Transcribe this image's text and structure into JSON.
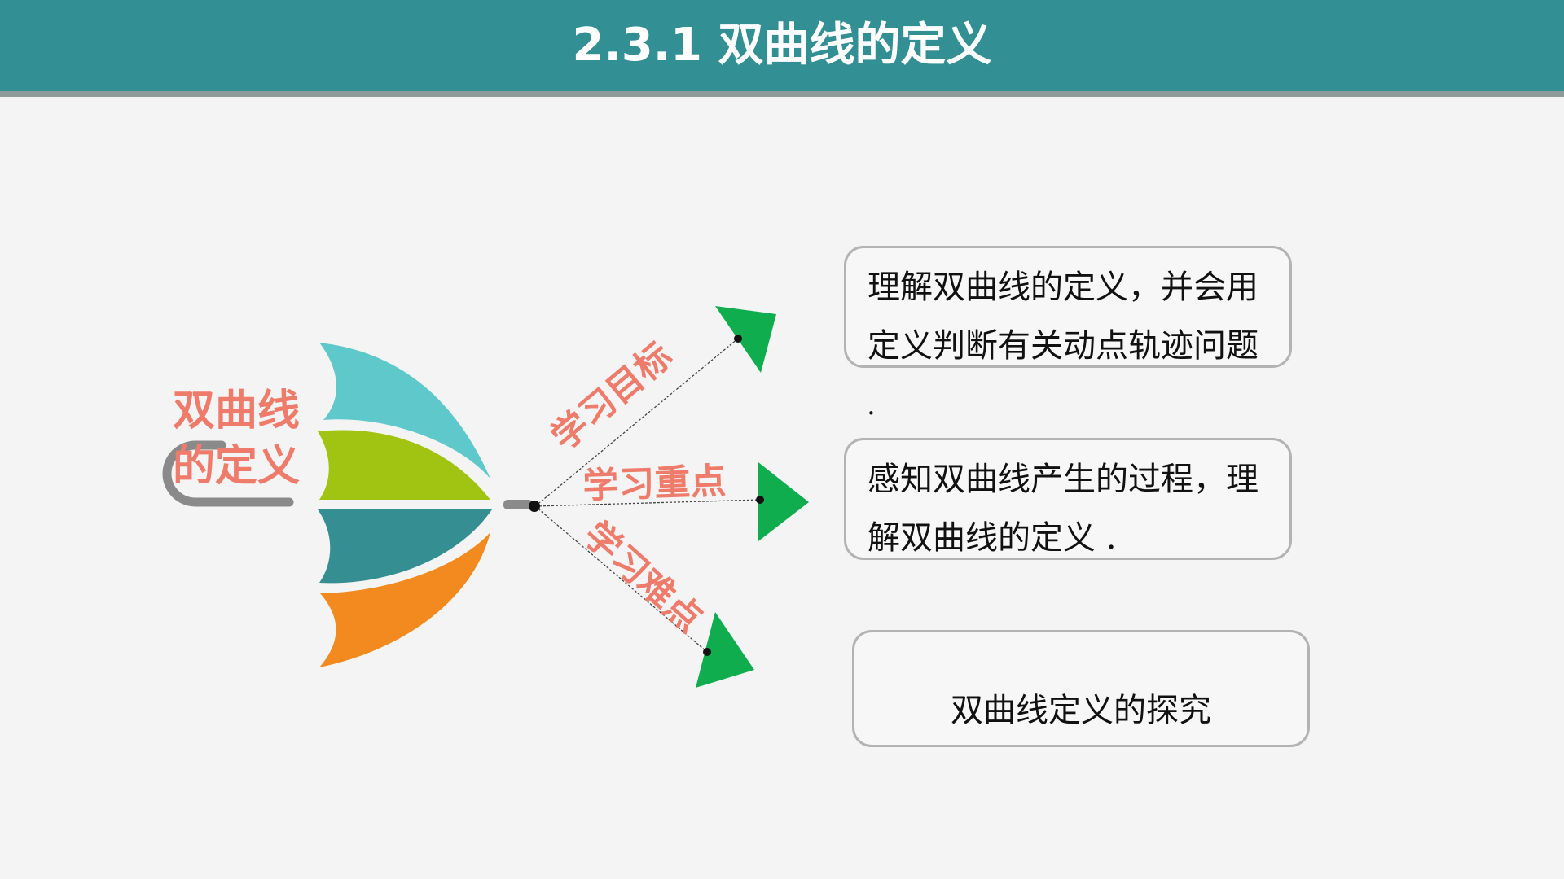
{
  "slide": {
    "title": "2.3.1 双曲线的定义"
  },
  "diagram": {
    "center_label_line1": "双曲线",
    "center_label_line2": "的定义",
    "branches": [
      {
        "label": "学习目标",
        "text_lines": [
          "理解双曲线的定义，并会用",
          "定义判断有关动点轨迹问题"
        ],
        "trailing": "."
      },
      {
        "label": "学习重点",
        "text_lines": [
          "感知双曲线产生的过程，理",
          "解双曲线的定义 ."
        ]
      },
      {
        "label": "学习难点",
        "text_lines": [
          "双曲线定义的探究"
        ]
      }
    ],
    "colors": {
      "header": "#328f93",
      "label": "#ef7b6b",
      "arrow": "#10ad4f",
      "umbrella_cyan": "#5ec8ca",
      "umbrella_green": "#a1c412",
      "umbrella_teal": "#358f92",
      "umbrella_orange": "#f38a1f",
      "handle": "#8a8a8a"
    }
  }
}
